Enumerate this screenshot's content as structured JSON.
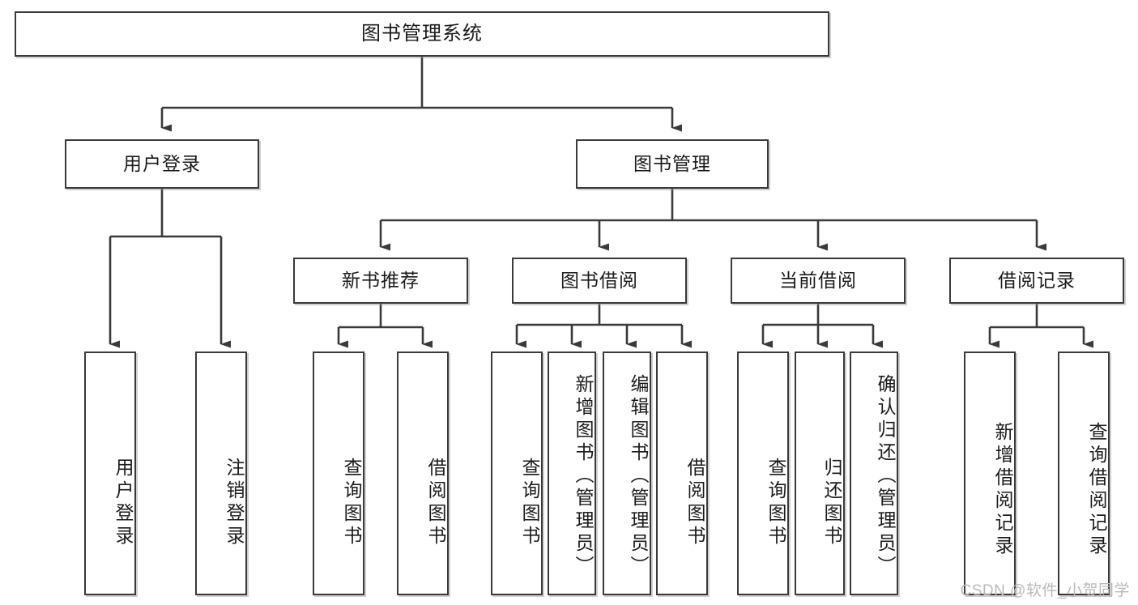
{
  "diagram": {
    "title": "图书管理系统",
    "type": "function-structure-tree",
    "accent_color": "#3a3a3a",
    "background_color": "#ffffff",
    "watermark": "CSDN @软件_小贺同学"
  },
  "nodes": {
    "root": {
      "label": "图书管理系统"
    },
    "level2": [
      {
        "id": "user-login",
        "label": "用户登录"
      },
      {
        "id": "book-manage",
        "label": "图书管理"
      }
    ],
    "level3": [
      {
        "id": "new-book-recommend",
        "label": "新书推荐"
      },
      {
        "id": "book-borrow",
        "label": "图书借阅"
      },
      {
        "id": "current-borrow",
        "label": "当前借阅"
      },
      {
        "id": "borrow-record",
        "label": "借阅记录"
      }
    ],
    "leaves": [
      {
        "id": "leaf-user-login",
        "label": "用户登录",
        "parent": "用户登录"
      },
      {
        "id": "leaf-logout",
        "label": "注销登录",
        "parent": "用户登录"
      },
      {
        "id": "leaf-query-book-1",
        "label": "查询图书",
        "parent": "新书推荐"
      },
      {
        "id": "leaf-borrow-book-1",
        "label": "借阅图书",
        "parent": "新书推荐"
      },
      {
        "id": "leaf-query-book-2",
        "label": "查询图书",
        "parent": "图书借阅"
      },
      {
        "id": "leaf-add-book",
        "label": "新增图书（管理员）",
        "parent": "图书借阅"
      },
      {
        "id": "leaf-edit-book",
        "label": "编辑图书（管理员）",
        "parent": "图书借阅"
      },
      {
        "id": "leaf-borrow-book-2",
        "label": "借阅图书",
        "parent": "图书借阅"
      },
      {
        "id": "leaf-query-book-3",
        "label": "查询图书",
        "parent": "当前借阅"
      },
      {
        "id": "leaf-return-book",
        "label": "归还图书",
        "parent": "当前借阅"
      },
      {
        "id": "leaf-confirm-return",
        "label": "确认归还（管理员）",
        "parent": "当前借阅"
      },
      {
        "id": "leaf-add-record",
        "label": "新增借阅记录",
        "parent": "借阅记录"
      },
      {
        "id": "leaf-query-record",
        "label": "查询借阅记录",
        "parent": "借阅记录"
      }
    ]
  }
}
